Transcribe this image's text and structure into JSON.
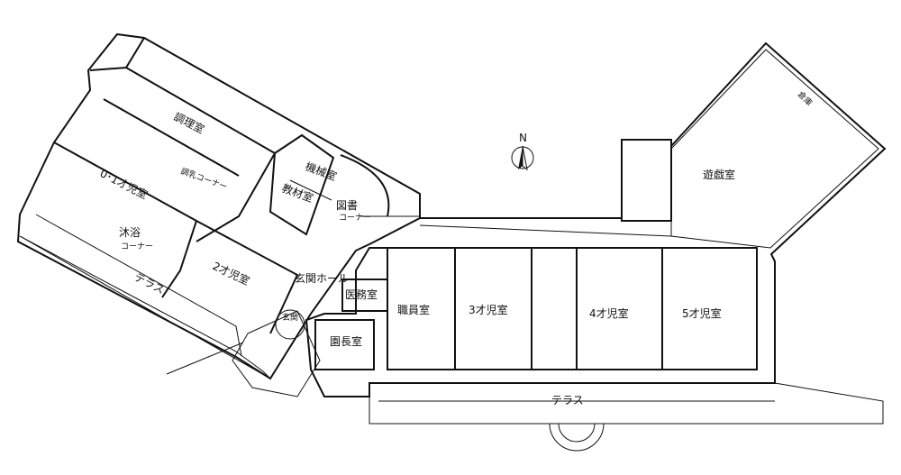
{
  "title": "Nursery school floor plan",
  "compass": {
    "label": "N"
  },
  "rooms": {
    "kitchen": "調理室",
    "infant_room": "0･1才児室",
    "formula_corner": "調乳コーナー",
    "bathing_corner_1": "沐浴",
    "bathing_corner_2": "コーナー",
    "age2_room": "2才児室",
    "terrace_west": "テラス",
    "machine_room": "機械室",
    "materials_room": "教材室",
    "library_corner_1": "図書",
    "library_corner_2": "コーナー",
    "entrance_hall": "玄関ホール",
    "entrance": "玄関",
    "infirmary": "医務室",
    "staff_room": "職員室",
    "principal_room": "園長室",
    "age3_room": "3才児室",
    "age4_room": "4才児室",
    "age5_room": "5才児室",
    "terrace_south": "テラス",
    "playroom": "遊戯室",
    "storage": "倉庫"
  }
}
